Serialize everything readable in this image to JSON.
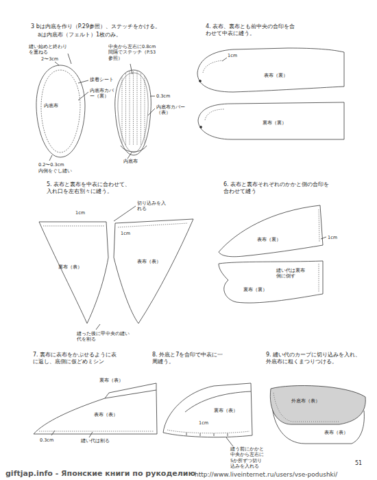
{
  "diagram": {
    "nodes": [
      {
        "text": [
          "内底布"
        ]
      },
      {
        "text": [
          "表布（裏）"
        ]
      },
      {
        "text": [
          "裏布（裏）"
        ]
      },
      {
        "text": [
          "裏布（表）"
        ]
      },
      {
        "text": [
          "表布（表）"
        ]
      },
      {
        "text": [
          "表布（裏）"
        ]
      },
      {
        "text": [
          "裏布（裏）"
        ]
      },
      {
        "text": [
          "裏布（表）",
          "表布（表）"
        ]
      },
      {
        "text": [
          "裏布（表）"
        ]
      },
      {
        "text": [
          "外底布（表）",
          "表布（表）"
        ]
      }
    ],
    "labels": [
      "3 bは内底を作り（P.29参照）、ステッチをかける。",
      "aは内底布（フェルト）1枚のみ。",
      "縫い始めと終わりを重ねる",
      "2〜3cm",
      "中央から左右に0.8cm間隔でステッチ（P.53参照）",
      "接着シート",
      "内底布カバー（裏）",
      "0.3cm",
      "内底布カバー（表）",
      "0.2〜0.3cm",
      "内側をぐし縫い",
      "内底布",
      "4. 表布、裏布とも前中央の合印を合わせて中表に縫う。",
      "1cm",
      "5. 表布と裏布を中表に合わせて、入れ口を左右別々に縫う。",
      "1cm",
      "切り込みを入れる",
      "1cm",
      "縫った後に甲中央の縫い代を割る",
      "6. 表布と裏布それぞれのかかと側の合印を合わせて縫う",
      "1cm",
      "縫い代は裏布側に倒す",
      "7. 裏布に表布をかぶせるように表に返し、底側に仮どめミシン",
      "0.3cm",
      "縫い代は割る",
      "8. 外底と7を合印で中表に一周縫う。",
      "1cm",
      "縫う前にかかと中央から左右に5か所ずつ切り込みを入れる",
      "9. 縫い代のカーブに切り込みを入れ、外底布に粗くまつりつける。",
      "51",
      "giftjap.info - Японские книги по рукоделию",
      "http://www.liveinternet.ru/users/vse-podushki/"
    ]
  }
}
